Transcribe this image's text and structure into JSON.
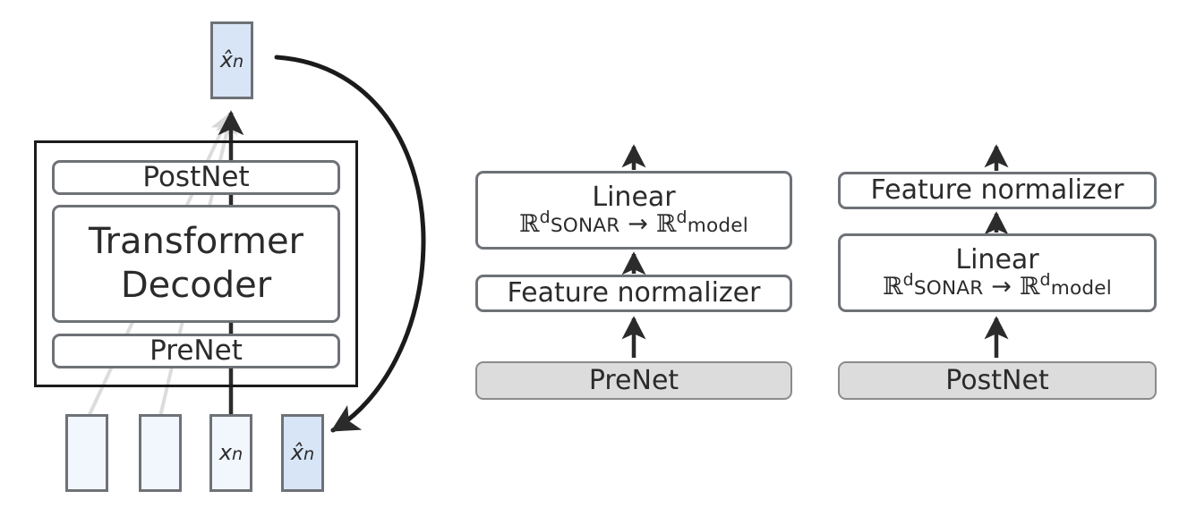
{
  "figure": {
    "type": "architecture-diagram",
    "title": "Transformer decoder with PreNet and PostNet detail"
  },
  "colors": {
    "token_fill_light": "#f2f6fd",
    "token_fill_blue": "#d7e5f7",
    "token_border": "#6e7277",
    "frame_border": "#1b1b1b",
    "round_border": "#6e7277",
    "gray_fill": "#dcdcdc",
    "gray_border": "#8b8b8b",
    "arrow_dark": "#2b2b2b",
    "arrow_light": "#d8d8d8"
  },
  "left_panel": {
    "output_token": {
      "label": "x̂",
      "subscript": "n",
      "name": "x-hat-n"
    },
    "frame": {
      "name": "transformer-decoder-frame"
    },
    "blocks": [
      {
        "id": "postnet",
        "label": "PostNet"
      },
      {
        "id": "transformer_decoder",
        "label_line1": "Transformer",
        "label_line2": "Decoder"
      },
      {
        "id": "prenet",
        "label": "PreNet"
      }
    ],
    "input_tokens": [
      {
        "label": "",
        "subscript": "",
        "filled": false
      },
      {
        "label": "",
        "subscript": "",
        "filled": false
      },
      {
        "label": "x",
        "subscript": "n",
        "filled": false
      },
      {
        "label": "x̂",
        "subscript": "n",
        "filled": true
      }
    ],
    "feedback_arrow": {
      "name": "autoregressive-feedback-arrow"
    }
  },
  "prenet_panel": {
    "gray_block": {
      "label": "PreNet"
    },
    "stack": [
      {
        "id": "feature_normalizer",
        "label": "Feature normalizer"
      },
      {
        "id": "linear",
        "label": "Linear",
        "mapping": {
          "from_symbol": "R",
          "from_superscript": "d",
          "from_subscript": "SONAR",
          "arrow": "→",
          "to_symbol": "R",
          "to_superscript": "d",
          "to_subscript": "model",
          "text": "ℝ^d_SONAR → ℝ^d_model"
        }
      }
    ],
    "order_bottom_to_top": [
      "PreNet",
      "Feature normalizer",
      "Linear"
    ]
  },
  "postnet_panel": {
    "gray_block": {
      "label": "PostNet"
    },
    "stack": [
      {
        "id": "linear",
        "label": "Linear",
        "mapping": {
          "from_symbol": "R",
          "from_superscript": "d",
          "from_subscript": "SONAR",
          "arrow": "→",
          "to_symbol": "R",
          "to_superscript": "d",
          "to_subscript": "model",
          "text": "ℝ^d_SONAR → ℝ^d_model"
        }
      },
      {
        "id": "feature_normalizer",
        "label": "Feature normalizer"
      }
    ],
    "order_bottom_to_top": [
      "PostNet",
      "Linear",
      "Feature normalizer"
    ]
  }
}
